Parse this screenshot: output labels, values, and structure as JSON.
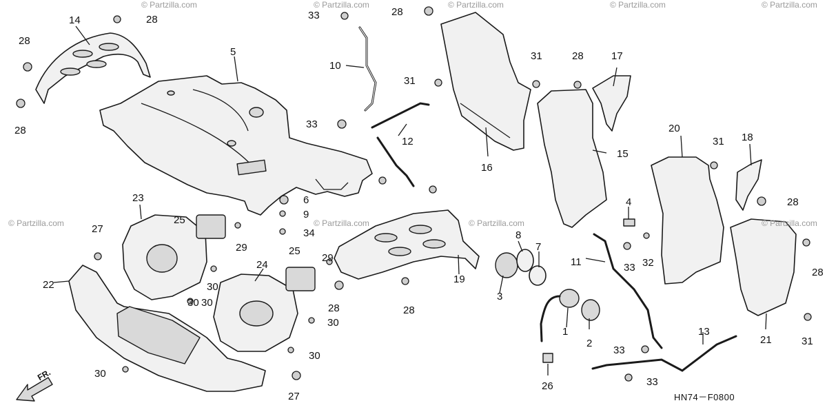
{
  "watermarks": [
    "© Partzilla.com",
    "© Partzilla.com",
    "© Partzilla.com",
    "© Partzilla.com",
    "© Partzilla.com",
    "© Partzilla.com",
    "© Partzilla.com",
    "© Partzilla.com",
    "© Partzilla.com"
  ],
  "diagram_code": "HN74－F0800",
  "direction_label": "FR.",
  "callouts": [
    "14",
    "28",
    "28",
    "28",
    "5",
    "33",
    "28",
    "10",
    "31",
    "33",
    "12",
    "16",
    "31",
    "28",
    "17",
    "15",
    "20",
    "31",
    "18",
    "28",
    "6",
    "9",
    "34",
    "23",
    "25",
    "29",
    "27",
    "22",
    "30",
    "30",
    "30",
    "24",
    "25",
    "29",
    "28",
    "30",
    "30",
    "30",
    "27",
    "19",
    "28",
    "3",
    "8",
    "7",
    "1",
    "2",
    "26",
    "11",
    "4",
    "33",
    "32",
    "13",
    "33",
    "33",
    "21",
    "31",
    "28"
  ]
}
